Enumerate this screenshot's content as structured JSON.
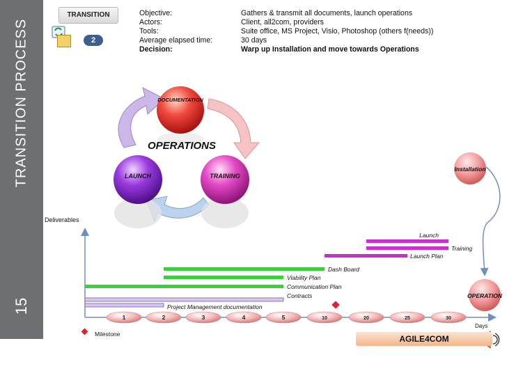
{
  "sidebar": {
    "title": "TRANSITION PROCESS",
    "number": "15"
  },
  "badge": {
    "title": "TRANSITION",
    "number": "2",
    "icon": "calendar-cycle-icon"
  },
  "info": {
    "objective_label": "Objective:",
    "objective_value": "Gathers & transmit all documents, launch operations",
    "actors_label": "Actors:",
    "actors_value": "Client, all2com, providers",
    "tools_label": "Tools:",
    "tools_value": "Suite office, MS Project, Visio, Photoshop (others f(needs))",
    "time_label": "Average elapsed time:",
    "time_value": "30 days",
    "decision_label": "Decision:",
    "decision_value": "Warp up Installation and move towards Operations"
  },
  "cycle": {
    "center": "OPERATIONS",
    "documentation": "DOCUMENTATION",
    "launch": "LAUNCH",
    "training": "TRAINING"
  },
  "timeline": {
    "y_label": "Deliverables",
    "x_label": "Days",
    "milestone_label": "Milestone",
    "ticks": [
      "1",
      "2",
      "3",
      "4",
      "5",
      "10",
      "20",
      "25",
      "30"
    ],
    "milestone_tick": "10",
    "installation": "Installation",
    "operation": "OPERATION",
    "bars": [
      {
        "label": "Launch",
        "start": 20,
        "end": 30,
        "color": "#c72fcf"
      },
      {
        "label": "Training",
        "start": 20,
        "end": 30,
        "color": "#c72fcf"
      },
      {
        "label": "Launch Plan",
        "start": 10,
        "end": 25,
        "color": "#c72fcf"
      },
      {
        "label": "Dash Board",
        "start": 2,
        "end": 10,
        "color": "#3ccf3c"
      },
      {
        "label": "Viability Plan",
        "start": 2,
        "end": 5,
        "color": "#3ccf3c"
      },
      {
        "label": "Communication Plan",
        "start": 0,
        "end": 5,
        "color": "#3ccf3c"
      },
      {
        "label": "Contracts",
        "start": 0,
        "end": 5,
        "color": "#d6c6ec"
      },
      {
        "label": "Project Management documentation",
        "start": 0,
        "end": 2,
        "color": "#d6c6ec"
      }
    ]
  },
  "footer": {
    "logo": "AGILE4COM",
    "icon": "speaker-icon"
  },
  "colors": {
    "sidebar": "#6d6f72",
    "accent_red": "#e0202a",
    "tick_fill": "#f2b8b8"
  }
}
